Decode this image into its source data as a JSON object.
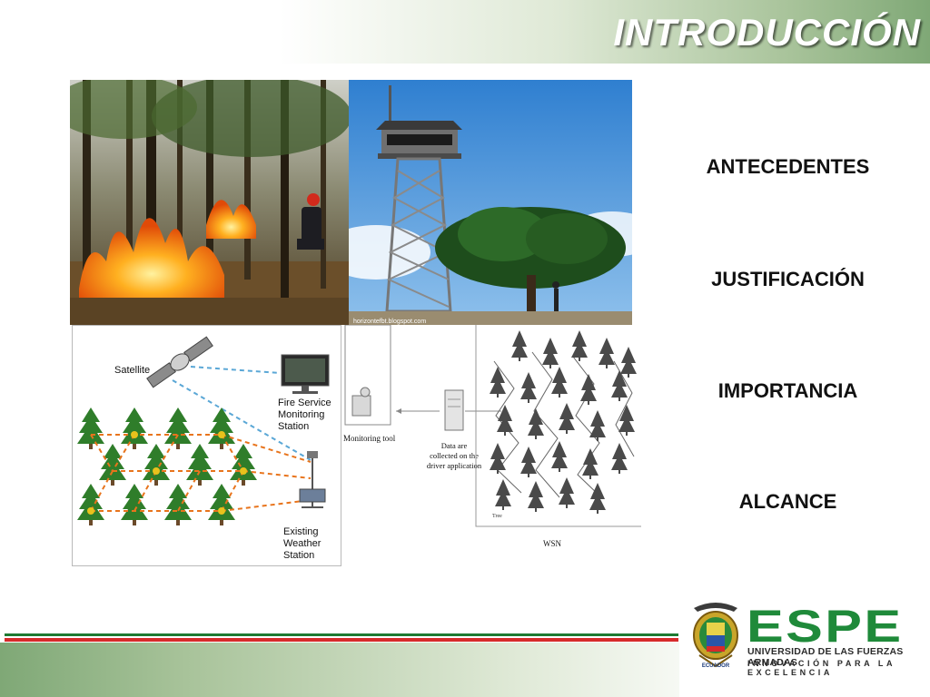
{
  "slide": {
    "title": "INTRODUCCIÓN",
    "topics": [
      "ANTECEDENTES",
      "JUSTIFICACIÓN",
      "IMPORTANCIA",
      "ALCANCE"
    ]
  },
  "photos": {
    "tower_watermark": "horizontefbt.blogspot.com"
  },
  "satellite_diagram": {
    "satellite_label": "Satellite",
    "fire_station_label": [
      "Fire Service",
      "Monitoring",
      "Station"
    ],
    "weather_station_label": [
      "Existing",
      "Weather",
      "Station"
    ]
  },
  "wsn_diagram": {
    "monitoring_label": "Monitoring tool",
    "data_label": [
      "Data are",
      "collected on the",
      "driver application"
    ],
    "tree_label": "Tree",
    "wsn_label": "WSN"
  },
  "logo": {
    "wordmark": "ESPE",
    "line1": "UNIVERSIDAD DE LAS FUERZAS ARMADAS",
    "line2": "INNOVACIÓN PARA LA EXCELENCIA",
    "country": "ECUADOR"
  },
  "colors": {
    "brand_green": "#1f8a3a",
    "stripe_green": "#1e7a32",
    "stripe_red": "#d62a2a",
    "tree_green": "#2f7d2a",
    "arrow_orange": "#e8741c",
    "arrow_blue": "#5aa7d6"
  }
}
